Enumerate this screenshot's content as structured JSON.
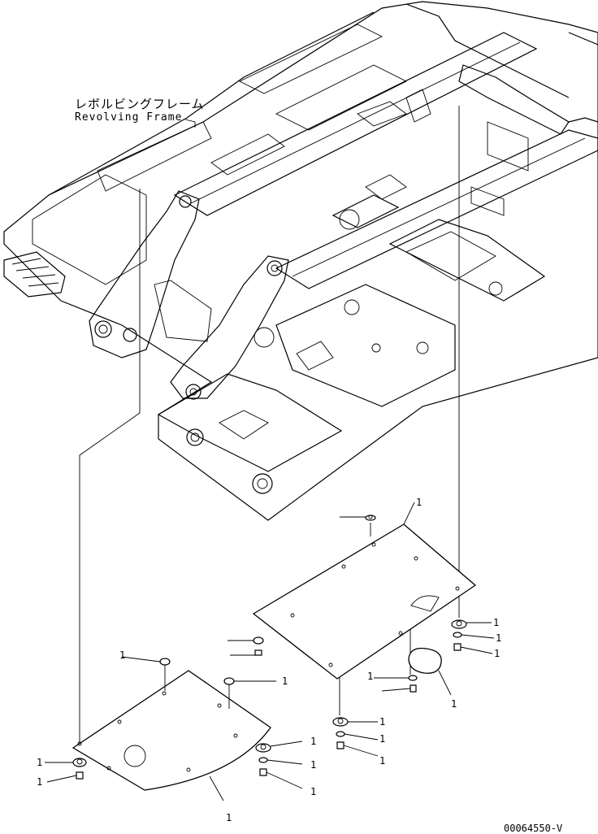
{
  "figure": {
    "frame_label_jp": "レボルビングフレーム",
    "frame_label_en": "Revolving Frame",
    "drawing_code": "00064550-V"
  },
  "callouts": [
    "1",
    "1",
    "1",
    "1",
    "1",
    "1",
    "1",
    "1",
    "1",
    "1",
    "1",
    "1",
    "1",
    "1",
    "1",
    "1",
    "1"
  ],
  "colors": {
    "line": "#000000",
    "background": "#ffffff"
  }
}
